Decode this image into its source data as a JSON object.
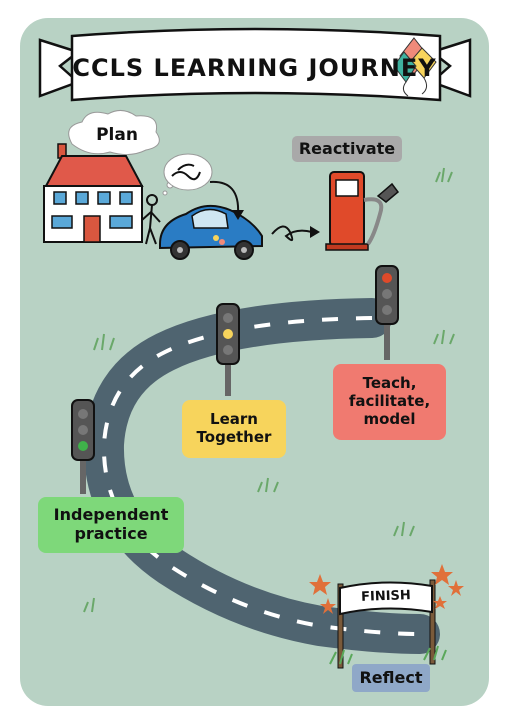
{
  "title": "CCLS LEARNING JOURNEY",
  "stages": {
    "plan": "Plan",
    "reactivate": "Reactivate",
    "teach": "Teach, facilitate, model",
    "learn_together": "Learn Together",
    "independent": "Independent practice",
    "finish": "FINISH",
    "reflect": "Reflect"
  },
  "colors": {
    "background": "#b8d2c4",
    "road": "#4f6470",
    "teach_box": "#f07a70",
    "learn_box": "#f7d45c",
    "independent_box": "#7ed87a",
    "reflect_box": "#8fa8c8",
    "reactivate_box": "#a9a9a9",
    "car": "#2a7cc4",
    "pump": "#e04a2a"
  }
}
